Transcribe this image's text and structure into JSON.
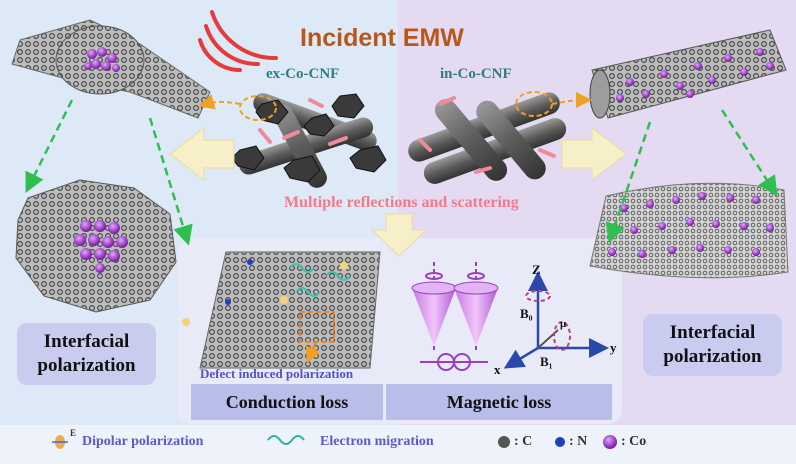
{
  "title": "Incident EMW",
  "ex_label": "ex-Co-CNF",
  "in_label": "in-Co-CNF",
  "scatter_text": "Multiple reflections and scattering",
  "left_box": "Interfacial polarization",
  "right_box": "Interfacial polarization",
  "defect_text": "Defect induced polarization",
  "conduction": "Conduction loss",
  "magnetic": "Magnetic loss",
  "axes": {
    "z": "Z",
    "y": "y",
    "x": "x",
    "b0": "B₀",
    "b1": "B₁",
    "mu": "μ"
  },
  "legend": {
    "dipolar": "Dipolar polarization",
    "electron": "Electron migration",
    "c": ": C",
    "n": ": N",
    "co": ": Co",
    "e_symbol": "E"
  },
  "colors": {
    "carbon": "#555555",
    "nitrogen": "#1f3fbf",
    "cobalt": "#9b3fbf",
    "arrow_green": "#2fbf4f"
  }
}
